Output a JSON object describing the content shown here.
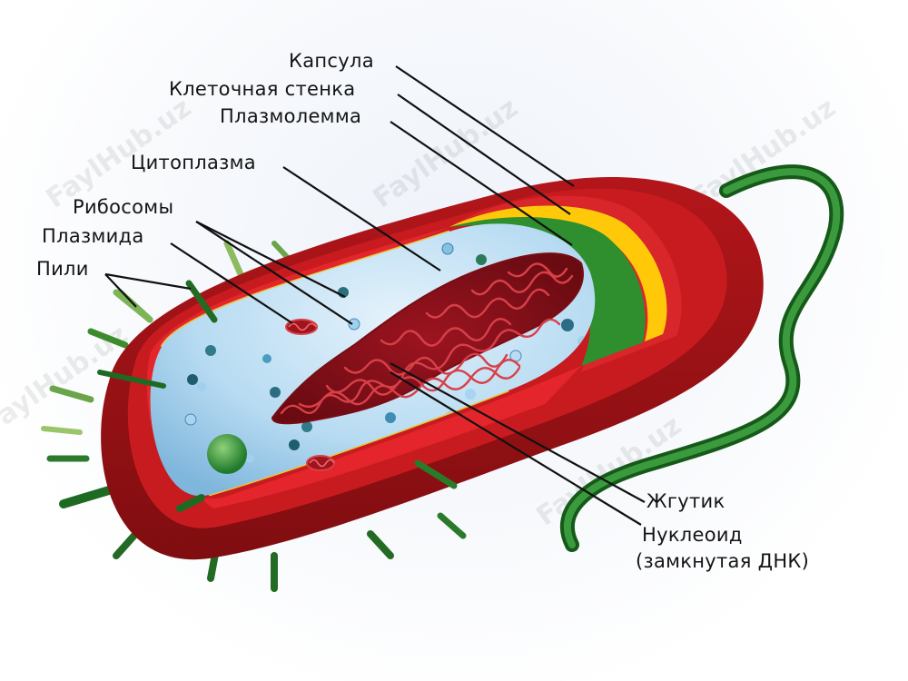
{
  "labels": {
    "capsule": "Капсула",
    "cell_wall": "Клеточная стенка",
    "plasmalemma": "Плазмолемма",
    "cytoplasm": "Цитоплазма",
    "ribosomes": "Рибосомы",
    "plasmid": "Плазмида",
    "pili": "Пили",
    "flagellum": "Жгутик",
    "nucleoid": "Нуклеоид",
    "nucleoid_sub": "(замкнутая ДНК)"
  },
  "watermark": "FaylHub.uz",
  "colors": {
    "capsule": "#c0161b",
    "capsule_dark": "#8e0f12",
    "cell_wall": "#ffc90a",
    "plasmalemma": "#2f8f2f",
    "cytoplasm": "#b9dcf3",
    "nucleoid": "#b01a24",
    "pili": "#2e7d2e",
    "flagellum": "#1f6b22"
  }
}
